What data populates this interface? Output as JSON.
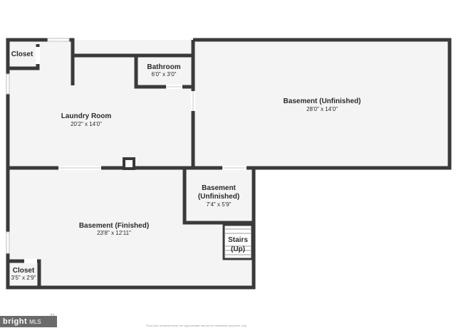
{
  "rooms": {
    "closet_top": {
      "name": "Closet",
      "dims": ""
    },
    "laundry": {
      "name": "Laundry Room",
      "dims": "20'2\" x 14'0\""
    },
    "bathroom": {
      "name": "Bathroom",
      "dims": "6'0\" x 3'0\""
    },
    "basement_unfinished_large": {
      "name": "Basement (Unfinished)",
      "dims": "28'0\" x 14'0\""
    },
    "basement_unfinished_small": {
      "name_line1": "Basement",
      "name_line2": "(Unfinished)",
      "dims": "7'4\" x 5'9\""
    },
    "basement_finished": {
      "name": "Basement (Finished)",
      "dims": "23'8\" x 12'11\""
    },
    "stairs": {
      "name_line1": "Stairs",
      "name_line2": "(Up)"
    },
    "closet_bottom": {
      "name": "Closet",
      "dims": "3'5\" x 2'9\""
    }
  },
  "footer": {
    "brand_main": "bright",
    "brand_sub": "MLS",
    "corner_code": "72",
    "disclaimer": "Floor plan measurements are approximate and are for illustrative purposes only."
  },
  "colors": {
    "wall": "#3a3a3a",
    "floor": "#f4f4f4",
    "brand_bg": "#6b6b6b"
  }
}
